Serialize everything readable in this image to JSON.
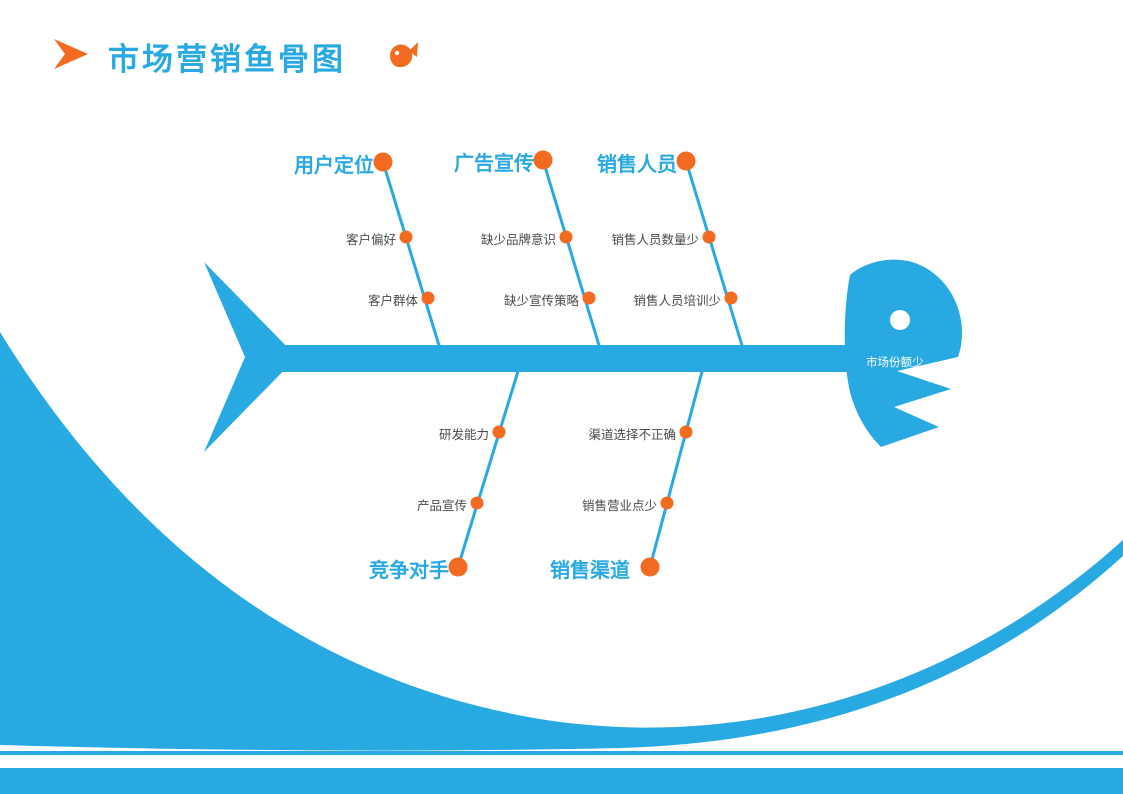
{
  "page": {
    "title": "市场营销鱼骨图",
    "colors": {
      "blue": "#29A9E1",
      "orange": "#F26B21",
      "text": "#4a4a4a"
    },
    "icons": {
      "title_left": "flag-bullet-icon",
      "title_right": "fish-icon"
    }
  },
  "fishbone": {
    "head_label": "市场份额少",
    "top_branches": [
      {
        "label": "用户定位",
        "items": [
          "客户偏好",
          "客户群体"
        ]
      },
      {
        "label": "广告宣传",
        "items": [
          "缺少品牌意识",
          "缺少宣传策略"
        ]
      },
      {
        "label": "销售人员",
        "items": [
          "销售人员数量少",
          "销售人员培训少"
        ]
      }
    ],
    "bottom_branches": [
      {
        "label": "竞争对手",
        "items": [
          "研发能力",
          "产品宣传"
        ]
      },
      {
        "label": "销售渠道",
        "items": [
          "渠道选择不正确",
          "销售营业点少"
        ]
      }
    ]
  }
}
